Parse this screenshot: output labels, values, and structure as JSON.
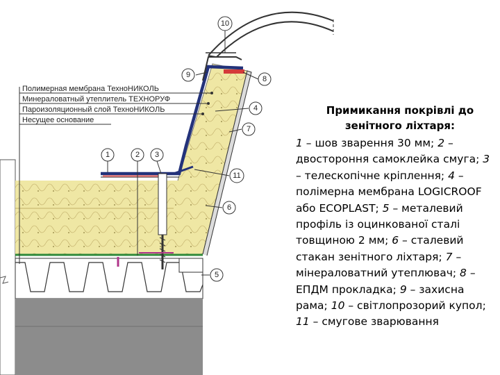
{
  "diagram": {
    "legend_lines": [
      "Полимерная мембрана ТехноНИКОЛЬ",
      "Минераловатный утеплитель ТЕХНОРУФ",
      "Пароизоляционный слой ТехноНИКОЛЬ",
      "Несущее основание"
    ],
    "callouts": [
      "1",
      "2",
      "3",
      "4",
      "5",
      "6",
      "7",
      "8",
      "9",
      "10",
      "11"
    ]
  },
  "caption": {
    "title": "Примикання покрівлі до зенітного ліхтаря:",
    "items": [
      {
        "num": "1",
        "text": " – шов зварення 30 мм;"
      },
      {
        "num": "2",
        "text": " – двостороння самоклейка смуга;"
      },
      {
        "num": "3",
        "text": " – телескопічне кріплення;"
      },
      {
        "num": "4",
        "text": " – полімерна мембрана LOGICROOF або ECOPLAST;"
      },
      {
        "num": "5",
        "text": " – металевий профіль із оцинкованої сталі товщиною 2 мм;"
      },
      {
        "num": "6",
        "text": " –  сталевий стакан зенітного ліхтаря;"
      },
      {
        "num": "7",
        "text": " – мінераловатний утеплювач;"
      },
      {
        "num": "8",
        "text": " – ЕПДМ прокладка;"
      },
      {
        "num": "9",
        "text": " – захисна рама;"
      },
      {
        "num": "10",
        "text": " – світлопрозорий купол;"
      },
      {
        "num": "11",
        "text": " – смугове зварювання"
      }
    ]
  },
  "colors": {
    "insulation": "#efe7a4",
    "membrane": "#23327a",
    "vapor_barrier": "#2f8a3a",
    "deck": "#7f7f7f",
    "gasket": "#d43a3a",
    "line": "#333333"
  }
}
